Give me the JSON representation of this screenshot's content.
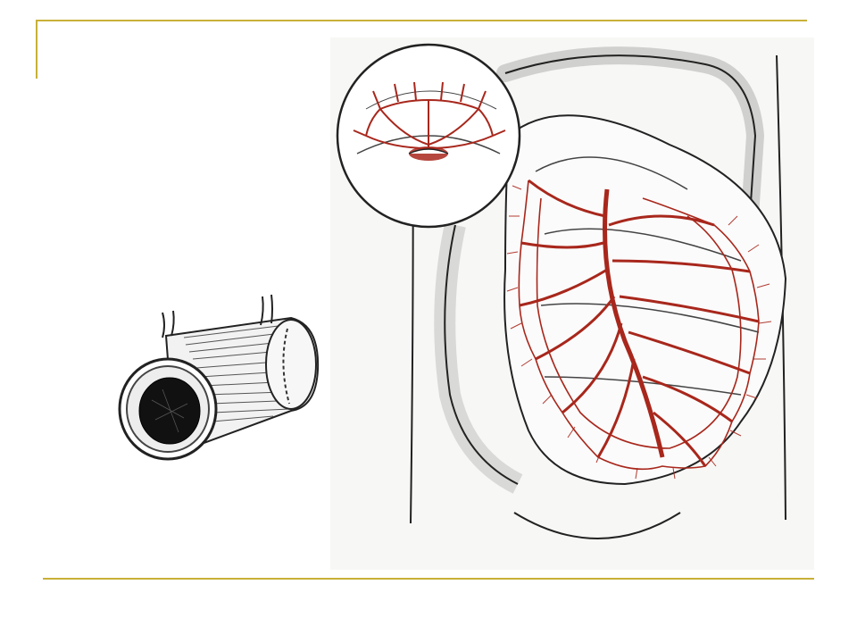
{
  "slide": {
    "accent_color": "#c8b038",
    "vessel_color": "#a8271c",
    "line_color": "#222222"
  },
  "figures": {
    "intestine_cross_section": {
      "icon": "intestine-tube-illustration"
    },
    "mesenteric_vessels": {
      "icon": "mesentery-blood-vessel-illustration",
      "inset_icon": "vascular-arcade-detail-inset"
    }
  }
}
